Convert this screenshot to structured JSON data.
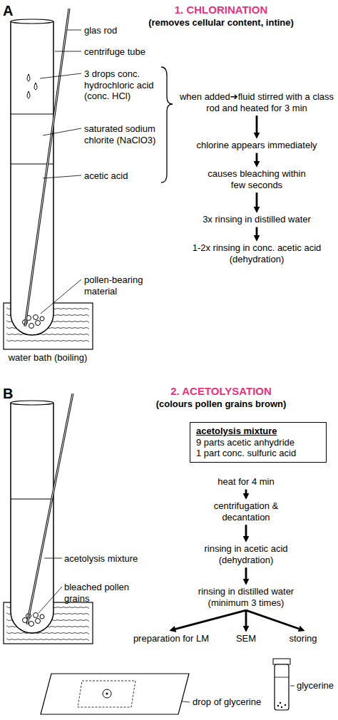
{
  "diagram": {
    "nodes": [
      {
        "text": [
          "when added➔fluid stirred with a class rod and heated for 3 min"
        ]
      },
      {
        "text": [
          "chlorine appears immediately"
        ]
      },
      {
        "text": [
          "causes bleaching within few seconds"
        ]
      },
      {
        "text": [
          "3x rinsing in distilled water"
        ]
      },
      {
        "text": [
          "1-2x rinsing in conc. acetic acid (dehydration)"
        ]
      },
      {
        "text": [
          "acetolysis mixture",
          "9 parts acetic anhydride",
          "1 part conc. sulfuric acid"
        ]
      },
      {
        "text": [
          "heat for 4 min"
        ]
      },
      {
        "text": [
          "centrifugation & decantation"
        ]
      },
      {
        "text": [
          "rinsing in acetic acid (dehydration)"
        ]
      },
      {
        "text": [
          "rinsing in distilled water (minimum 3 times)"
        ]
      },
      {
        "text": [
          "preparation for LM"
        ]
      },
      {
        "text": [
          "SEM"
        ]
      },
      {
        "text": [
          "storing"
        ]
      }
    ],
    "edges": [
      {
        "from": 0,
        "to": 1,
        "arrow": "to"
      },
      {
        "from": 1,
        "to": 2,
        "arrow": "to"
      },
      {
        "from": 2,
        "to": 3,
        "arrow": "to"
      },
      {
        "from": 3,
        "to": 4,
        "arrow": "to"
      },
      {
        "from": 6,
        "to": 7,
        "arrow": "to"
      },
      {
        "from": 7,
        "to": 8,
        "arrow": "to"
      },
      {
        "from": 8,
        "to": 9,
        "arrow": "to"
      },
      {
        "from": 9,
        "to": 10,
        "arrow": "to"
      },
      {
        "from": 9,
        "to": 11,
        "arrow": "to"
      },
      {
        "from": 9,
        "to": 12,
        "arrow": "to"
      }
    ],
    "labels": [
      "A",
      "1. CHLORINATION",
      "(removes cellular content, intine)",
      "glas rod",
      "centrifuge tube",
      "3 drops conc. hydrochloric acid (conc. HCl)",
      "saturated sodium chlorite (NaClO3)",
      "acetic acid",
      "pollen-bearing material",
      "water bath (boiling)",
      "B",
      "2. ACETOLYSATION",
      "(colours pollen grains brown)",
      "acetolysis mixture",
      "bleached pollen grains",
      "glycerine",
      "drop of glycerine"
    ]
  }
}
